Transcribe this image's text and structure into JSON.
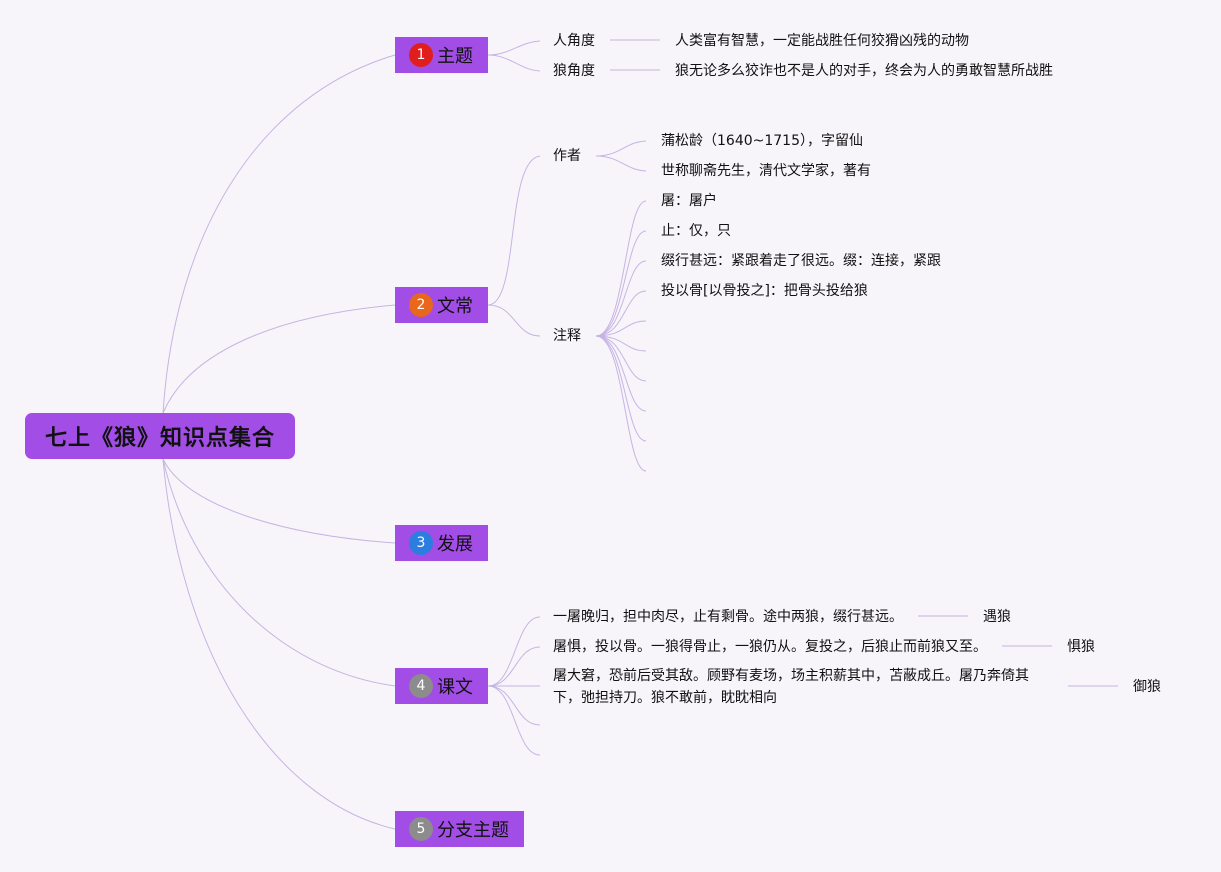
{
  "root": {
    "title": "七上《狼》知识点集合"
  },
  "branches": [
    {
      "num": "1",
      "label": "主题",
      "color": "#e01e1e"
    },
    {
      "num": "2",
      "label": "文常",
      "color": "#e8671c"
    },
    {
      "num": "3",
      "label": "发展",
      "color": "#2b7de0"
    },
    {
      "num": "4",
      "label": "课文",
      "color": "#8c8c8c"
    },
    {
      "num": "5",
      "label": "分支主题",
      "color": "#8c8c8c"
    }
  ],
  "theme": {
    "items": [
      {
        "label": "人角度",
        "detail": "人类富有智慧，一定能战胜任何狡猾凶残的动物"
      },
      {
        "label": "狼角度",
        "detail": "狼无论多么狡诈也不是人的对手，终会为人的勇敢智慧所战胜"
      }
    ]
  },
  "wenchang": {
    "author": {
      "label": "作者",
      "items": [
        "蒲松龄（1640~1715），字留仙",
        "世称聊斋先生，清代文学家，著有"
      ]
    },
    "notes": {
      "label": "注释",
      "items": [
        "屠：屠户",
        "止：仅，只",
        "缀行甚远：紧跟着走了很远。缀：连接，紧跟",
        "投以骨[以骨投之]：把骨头投给狼"
      ]
    }
  },
  "kewen": {
    "items": [
      {
        "text": "一屠晚归，担中肉尽，止有剩骨。途中两狼，缀行甚远。",
        "tag": "遇狼"
      },
      {
        "text": "屠惧，投以骨。一狼得骨止，一狼仍从。复投之，后狼止而前狼又至。",
        "tag": "惧狼"
      },
      {
        "text": "屠大窘，恐前后受其敌。顾野有麦场，场主积薪其中，苫蔽成丘。屠乃奔倚其下，弛担持刀。狼不敢前，眈眈相向",
        "tag": "御狼"
      }
    ]
  }
}
